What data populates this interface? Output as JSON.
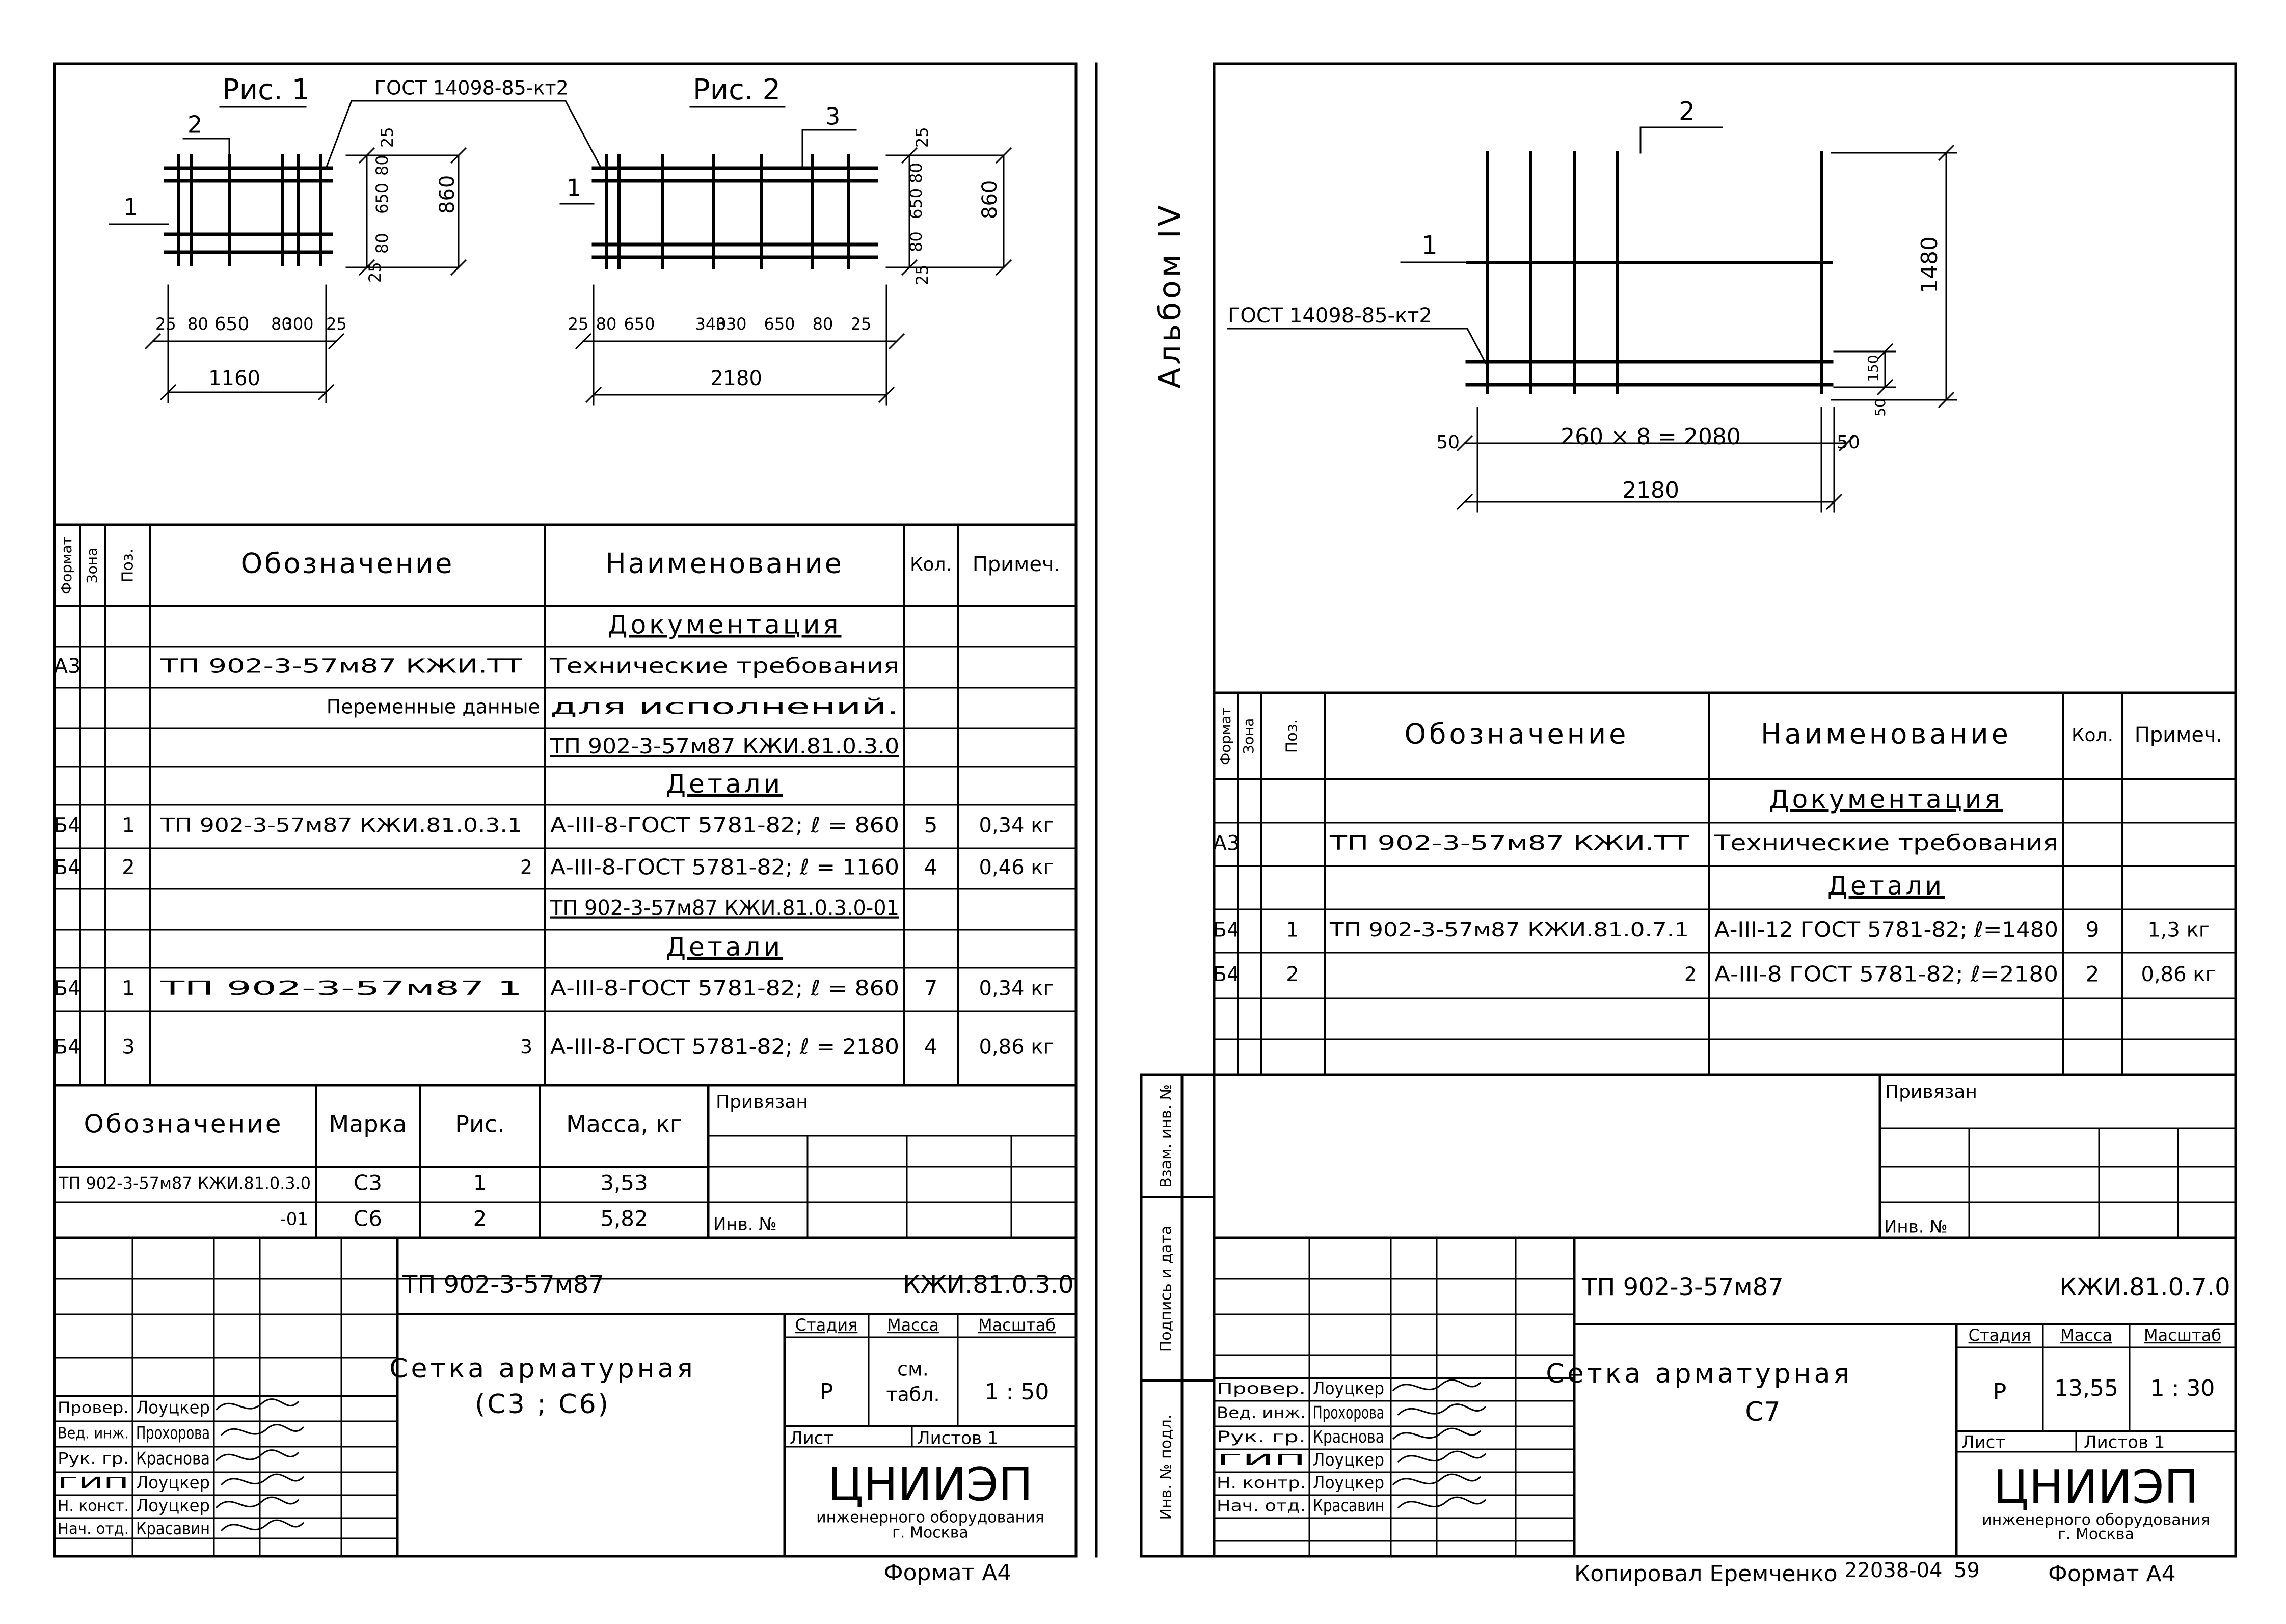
{
  "left_sheet": {
    "fig1": {
      "caption": "Рис. 1",
      "gost_note": "ГОСТ 14098-85-кт2",
      "pos_top": "2",
      "pos_side": "1",
      "v_dims": [
        "25",
        "80",
        "650",
        "80",
        "25"
      ],
      "v_total": "860",
      "h_dims": [
        "25",
        "80",
        "650",
        "80",
        "300",
        "25"
      ],
      "h_total": "1160"
    },
    "fig2": {
      "caption": "Рис. 2",
      "pos_top": "3",
      "pos_side": "1",
      "v_dims": [
        "25",
        "80",
        "650",
        "80",
        "25"
      ],
      "v_total": "860",
      "h_dims": [
        "25",
        "80",
        "650",
        "340",
        "330",
        "650",
        "80",
        "25"
      ],
      "h_total": "2180"
    },
    "spec_headers": {
      "format": "Формат",
      "zone": "Зона",
      "pos": "Поз.",
      "designation": "Обозначение",
      "name": "Наименование",
      "qty": "Кол.",
      "note": "Примеч."
    },
    "spec_rows": [
      {
        "format": "",
        "pos": "",
        "designation": "",
        "name": "Документация",
        "qty": "",
        "note": "",
        "section": true
      },
      {
        "format": "А3",
        "pos": "",
        "designation": "ТП 902-3-57м87          КЖИ.ТТ",
        "name": "Технические требования",
        "qty": "",
        "note": ""
      },
      {
        "format": "",
        "pos": "",
        "designation": "Переменные данные",
        "name": "для исполнений.",
        "qty": "",
        "note": ""
      },
      {
        "format": "",
        "pos": "",
        "designation": "",
        "name": "ТП 902-3-57м87     КЖИ.81.0.3.0",
        "qty": "",
        "note": "",
        "underline": true
      },
      {
        "format": "",
        "pos": "",
        "designation": "",
        "name": "Детали",
        "qty": "",
        "note": "",
        "section": true
      },
      {
        "format": "Б4",
        "pos": "1",
        "designation": "ТП 902-3-57м87     КЖИ.81.0.3.1",
        "name": "А-III-8-ГОСТ 5781-82; ℓ = 860",
        "qty": "5",
        "note": "0,34 кг"
      },
      {
        "format": "Б4",
        "pos": "2",
        "designation": "2",
        "name": "А-III-8-ГОСТ 5781-82; ℓ = 1160",
        "qty": "4",
        "note": "0,46 кг"
      },
      {
        "format": "",
        "pos": "",
        "designation": "",
        "name": "ТП 902-3-57м87     КЖИ.81.0.3.0-01",
        "qty": "",
        "note": "",
        "underline": true
      },
      {
        "format": "",
        "pos": "",
        "designation": "",
        "name": "Детали",
        "qty": "",
        "note": "",
        "section": true
      },
      {
        "format": "Б4",
        "pos": "1",
        "designation": "ТП 902-3-57м87                     1",
        "name": "А-III-8-ГОСТ 5781-82; ℓ = 860",
        "qty": "7",
        "note": "0,34 кг"
      },
      {
        "format": "Б4",
        "pos": "3",
        "designation": "3",
        "name": "А-III-8-ГОСТ 5781-82; ℓ = 2180",
        "qty": "4",
        "note": "0,86 кг"
      }
    ],
    "var_headers": {
      "designation": "Обозначение",
      "mark": "Марка",
      "fig": "Рис.",
      "mass": "Масса, кг"
    },
    "var_rows": [
      {
        "designation": "ТП 902-3-57м87  КЖИ.81.0.3.0",
        "mark": "С3",
        "fig": "1",
        "mass": "3,53"
      },
      {
        "designation": "-01",
        "mark": "С6",
        "fig": "2",
        "mass": "5,82"
      }
    ],
    "privyazan": "Привязан",
    "inv_no": "Инв. №",
    "stamp": {
      "project": "ТП 902-3-57м87",
      "code": "КЖИ.81.0.3.0",
      "title_line1": "Сетка арматурная",
      "title_line2": "(С3 ; С6)",
      "stage_h": "Стадия",
      "mass_h": "Масса",
      "scale_h": "Масштаб",
      "stage": "Р",
      "mass_line1": "см.",
      "mass_line2": "табл.",
      "scale": "1 : 50",
      "sheet": "Лист",
      "sheets": "Листов 1",
      "org": "ЦНИИЭП",
      "org_sub1": "инженерного оборудования",
      "org_sub2": "г. Москва",
      "roles": [
        {
          "role": "Провер.",
          "name": "Лоуцкер"
        },
        {
          "role": "Вед. инж.",
          "name": "Прохорова"
        },
        {
          "role": "Рук. гр.",
          "name": "Краснова"
        },
        {
          "role": "ГИП",
          "name": "Лоуцкер"
        },
        {
          "role": "Н. конст.",
          "name": "Лоуцкер"
        },
        {
          "role": "Нач. отд.",
          "name": "Красавин"
        }
      ]
    },
    "format_note": "Формат А4"
  },
  "right_sheet": {
    "album_label": "Альбом IV",
    "side_labels": {
      "vzam": "Взам. инв. №",
      "podpis": "Подпись и дата",
      "inv_podl": "Инв. № подл."
    },
    "fig": {
      "gost_note": "ГОСТ 14098-85-кт2",
      "pos_top": "2",
      "pos_side": "1",
      "h_mid": "260 × 8 = 2080",
      "h_left": "50",
      "h_right": "50",
      "h_total": "2180",
      "v_total": "1480",
      "v_small": "150",
      "v_bottom": "50"
    },
    "spec_headers": {
      "format": "Формат",
      "zone": "Зона",
      "pos": "Поз.",
      "designation": "Обозначение",
      "name": "Наименование",
      "qty": "Кол.",
      "note": "Примеч."
    },
    "spec_rows": [
      {
        "format": "",
        "pos": "",
        "designation": "",
        "name": "Документация",
        "qty": "",
        "note": "",
        "section": true
      },
      {
        "format": "А3",
        "pos": "",
        "designation": "ТП 902-3-57м87          КЖИ.ТТ",
        "name": "Технические требования",
        "qty": "",
        "note": ""
      },
      {
        "format": "",
        "pos": "",
        "designation": "",
        "name": "Детали",
        "qty": "",
        "note": "",
        "section": true
      },
      {
        "format": "Б4",
        "pos": "1",
        "designation": "ТП 902-3-57м87     КЖИ.81.0.7.1",
        "name": "А-III-12 ГОСТ 5781-82; ℓ=1480",
        "qty": "9",
        "note": "1,3 кг"
      },
      {
        "format": "Б4",
        "pos": "2",
        "designation": "2",
        "name": "А-III-8 ГОСТ 5781-82; ℓ=2180",
        "qty": "2",
        "note": "0,86 кг"
      },
      {
        "format": "",
        "pos": "",
        "designation": "",
        "name": "",
        "qty": "",
        "note": ""
      },
      {
        "format": "",
        "pos": "",
        "designation": "",
        "name": "",
        "qty": "",
        "note": ""
      }
    ],
    "privyazan": "Привязан",
    "inv_no": "Инв. №",
    "stamp": {
      "project": "ТП 902-3-57м87",
      "code": "КЖИ.81.0.7.0",
      "title_line1": "Сетка арматурная",
      "title_line2": "С7",
      "stage_h": "Стадия",
      "mass_h": "Масса",
      "scale_h": "Масштаб",
      "stage": "Р",
      "mass": "13,55",
      "scale": "1 : 30",
      "sheet": "Лист",
      "sheets": "Листов 1",
      "org": "ЦНИИЭП",
      "org_sub1": "инженерного оборудования",
      "org_sub2": "г. Москва",
      "roles": [
        {
          "role": "Провер.",
          "name": "Лоуцкер"
        },
        {
          "role": "Вед. инж.",
          "name": "Прохорова"
        },
        {
          "role": "Рук. гр.",
          "name": "Краснова"
        },
        {
          "role": "ГИП",
          "name": "Лоуцкер"
        },
        {
          "role": "Н. контр.",
          "name": "Лоуцкер"
        },
        {
          "role": "Нач. отд.",
          "name": "Красавин"
        }
      ]
    },
    "copied_by": "Копировал Еремченко",
    "order_no": "22038-04",
    "page_no": "59",
    "format_note": "Формат А4"
  }
}
